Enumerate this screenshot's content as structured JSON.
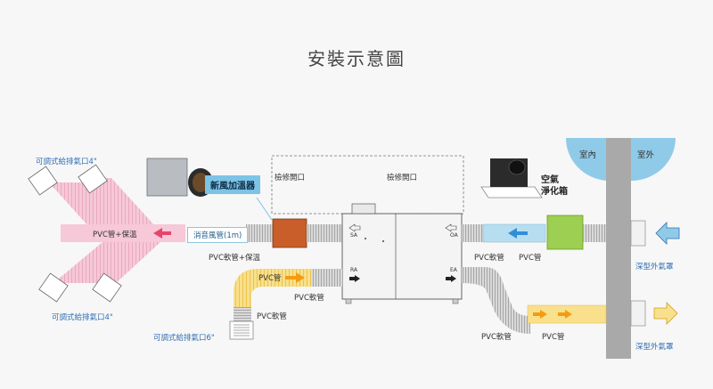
{
  "title": "安裝示意圖",
  "labels": {
    "adjustable_vent_4_top": "可調式給排氣口4\"",
    "adjustable_vent_4_bottom": "可調式給排氣口4\"",
    "adjustable_vent_6": "可調式給排氣口6\"",
    "pvc_pipe_insulation": "PVC管+保溫",
    "muffler_duct": "消音風管(1m)",
    "pvc_flex_insulation": "PVC軟管+保溫",
    "pvc_pipe_yellow": "PVC管",
    "pvc_flex_mid": "PVC軟管",
    "pvc_flex_lower": "PVC軟管",
    "fresh_air_heater": "新風加溫器",
    "inspection_port_1": "檢修開口",
    "inspection_port_2": "檢修開口",
    "air_purifier_line1": "空氣",
    "air_purifier_line2": "淨化箱",
    "indoor": "室內",
    "outdoor": "室外",
    "pvc_flex_right_top": "PVC軟管",
    "pvc_pipe_right_top": "PVC管",
    "pvc_flex_right_bottom": "PVC軟管",
    "pvc_pipe_right_bottom": "PVC管",
    "deep_hood_top": "深型外氣罩",
    "deep_hood_bottom": "深型外氣罩",
    "port_sa": "SA",
    "port_oa": "OA",
    "port_ra": "RA",
    "port_ea": "EA"
  },
  "colors": {
    "supply_duct": "#f6c8d8",
    "supply_arrow": "#e8456b",
    "return_duct": "#f9e08c",
    "return_arrow": "#f39c12",
    "heater": "#c95e2a",
    "purifier": "#9ccf52",
    "wall": "#a9a9a9",
    "indoor_outdoor": "#8fcbe8",
    "callout": "#7cc3e6"
  }
}
